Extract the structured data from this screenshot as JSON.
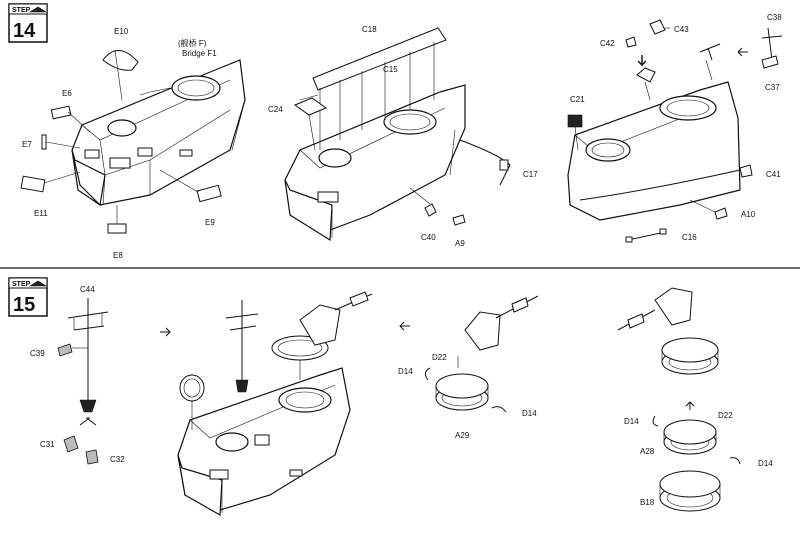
{
  "step14": {
    "word": "STEP",
    "number": "14",
    "labels": {
      "E10": "E10",
      "bridge_cn": "(舰桥 F)",
      "bridge_en": "Bridge F1",
      "E6": "E6",
      "E7": "E7",
      "E11": "E11",
      "E8": "E8",
      "E9": "E9",
      "C18": "C18",
      "C15": "C15",
      "C24": "C24",
      "C17": "C17",
      "C40": "C40",
      "A9": "A9",
      "C43": "C43",
      "C42": "C42",
      "C38": "C38",
      "C37": "C37",
      "C21": "C21",
      "C41": "C41",
      "A10": "A10",
      "C16": "C16"
    }
  },
  "step15": {
    "word": "STEP",
    "number": "15",
    "labels": {
      "C44": "C44",
      "C39": "C39",
      "C31": "C31",
      "C32": "C32",
      "D22a": "D22",
      "D14a": "D14",
      "D14b": "D14",
      "A29a": "A29",
      "D14c": "D14",
      "D22b": "D22",
      "A28": "A28",
      "D14d": "D14",
      "B18": "B18"
    }
  }
}
